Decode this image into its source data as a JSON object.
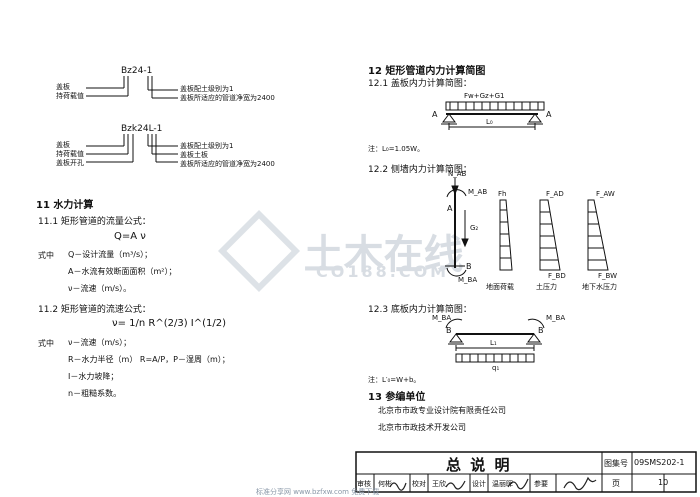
{
  "code_a": {
    "code": "Bz24-1",
    "left_labels": [
      "盖板",
      "持荷载值"
    ],
    "right_labels": [
      "盖板配土级别为1",
      "盖板所适应的管道净宽为2400"
    ]
  },
  "code_b": {
    "code": "Bzk24L-1",
    "left_labels": [
      "盖板",
      "持荷载值",
      "盖板开孔"
    ],
    "right_labels": [
      "盖板配土级别为1",
      "盖板土板",
      "盖板所适应的管道净宽为2400"
    ]
  },
  "hydraulics": {
    "heading": "11  水力计算",
    "s1_title": "11.1  矩形管道的流量公式：",
    "s1_formula": "Q=A ν",
    "s1_where_label": "式中",
    "s1_defs": [
      "Q－设计流量（m³/s）；",
      "A－水流有效断面面积（m²）；",
      "ν－流速（m/s）。"
    ],
    "s2_title": "11.2  矩形管道的流速公式：",
    "s2_formula": "ν= 1/n R^(2/3) I^(1/2)",
    "s2_where_label": "式中",
    "s2_defs": [
      "ν－流速（m/s）；",
      "R－水力半径（m）  R=A/P，P－湿周（m）；",
      "I－水力坡降；",
      "n－粗糙系数。"
    ]
  },
  "internal_force": {
    "heading": "12  矩形管道内力计算简图",
    "s1_title": "12.1  盖板内力计算简图：",
    "s1_load": "Fw+Gz+G1",
    "s1_support_left": "A",
    "s1_support_right": "A",
    "s1_span": "L₀",
    "s1_note": "注：L₀=1.05W。",
    "s2_title": "12.2  侧墙内力计算简图：",
    "s2_labels": {
      "n_top": "N_AB",
      "m_top": "M_AB",
      "g2": "G₂",
      "a": "A",
      "b": "B",
      "m_bot": "M_BA",
      "p1_top": "Fh",
      "p2_top": "F_AD",
      "p3_top": "F_AW",
      "p2_bot": "F_BD",
      "p3_bot": "F_BW"
    },
    "s2_captions": [
      "地面荷载",
      "土压力",
      "地下水压力"
    ],
    "s3_title": "12.3  底板内力计算简图：",
    "s3_labels": {
      "m_left": "M_BA",
      "m_right": "M_BA",
      "b_left": "B",
      "b_right": "B",
      "span": "L₁",
      "load": "q₁"
    },
    "s3_note": "注：L′₀=W+b。"
  },
  "reference": {
    "heading": "13  参编单位",
    "units": [
      "北京市市政专业设计院有限责任公司",
      "北京市市政技术开发公司"
    ]
  },
  "title_block": {
    "title": "总 说 明",
    "atlas_label": "图集号",
    "atlas_no": "09SMS202-1",
    "page_label": "页",
    "page_no": "10",
    "roles": [
      "审核",
      "何彬",
      "校对",
      "王欣",
      "设计",
      "温丽晖",
      "参要"
    ]
  },
  "watermark": {
    "name": "土木在线",
    "url": "CO188.COM"
  },
  "footer": "标准分享网  www.bzfxw.com  免费下载"
}
